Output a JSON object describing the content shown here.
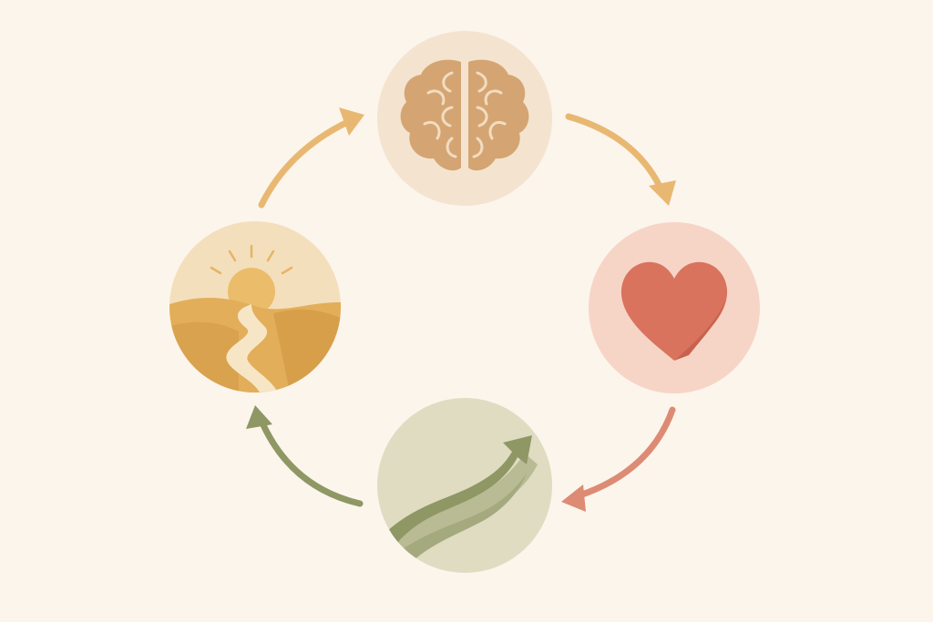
{
  "diagram": {
    "type": "cycle",
    "nodes": [
      {
        "id": "mind",
        "icon": "brain-icon",
        "bg": "#f4e4cf",
        "color": "#d4a573"
      },
      {
        "id": "heart",
        "icon": "heart-icon",
        "bg": "#f6d5c7",
        "color": "#d9735d"
      },
      {
        "id": "growth",
        "icon": "upward-arrow-path-icon",
        "bg": "#dfdcc2",
        "color": "#9ea57a"
      },
      {
        "id": "journey",
        "icon": "sunrise-road-icon",
        "bg": "#f4dfbc",
        "color": "#d7a250"
      }
    ],
    "arrows": [
      {
        "from": "journey",
        "to": "mind",
        "color": "#e8b872"
      },
      {
        "from": "mind",
        "to": "heart",
        "color": "#e8b872"
      },
      {
        "from": "heart",
        "to": "growth",
        "color": "#dd8b75"
      },
      {
        "from": "growth",
        "to": "journey",
        "color": "#8f9765"
      }
    ]
  }
}
